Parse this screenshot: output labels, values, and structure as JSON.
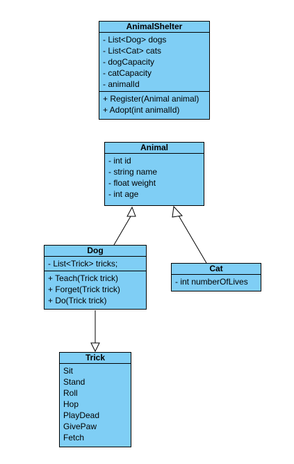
{
  "classes": {
    "animal_shelter": {
      "name": "AnimalShelter",
      "attributes": [
        "- List<Dog> dogs",
        "- List<Cat> cats",
        "- dogCapacity",
        "- catCapacity",
        "- animalId"
      ],
      "methods": [
        "+ Register(Animal animal)",
        "+ Adopt(int animalId)"
      ]
    },
    "animal": {
      "name": "Animal",
      "attributes": [
        "- int id",
        "- string name",
        "- float weight",
        "- int age"
      ]
    },
    "dog": {
      "name": "Dog",
      "attributes": [
        "- List<Trick> tricks;"
      ],
      "methods": [
        "+ Teach(Trick trick)",
        "+ Forget(Trick trick)",
        "+ Do(Trick trick)"
      ]
    },
    "cat": {
      "name": "Cat",
      "attributes": [
        "- int numberOfLives"
      ]
    },
    "trick": {
      "name": "Trick",
      "literals": [
        "Sit",
        "Stand",
        "Roll",
        "Hop",
        "PlayDead",
        "GivePaw",
        "Fetch"
      ]
    }
  },
  "colors": {
    "fill": "#7fcef5",
    "stroke": "#000000"
  }
}
